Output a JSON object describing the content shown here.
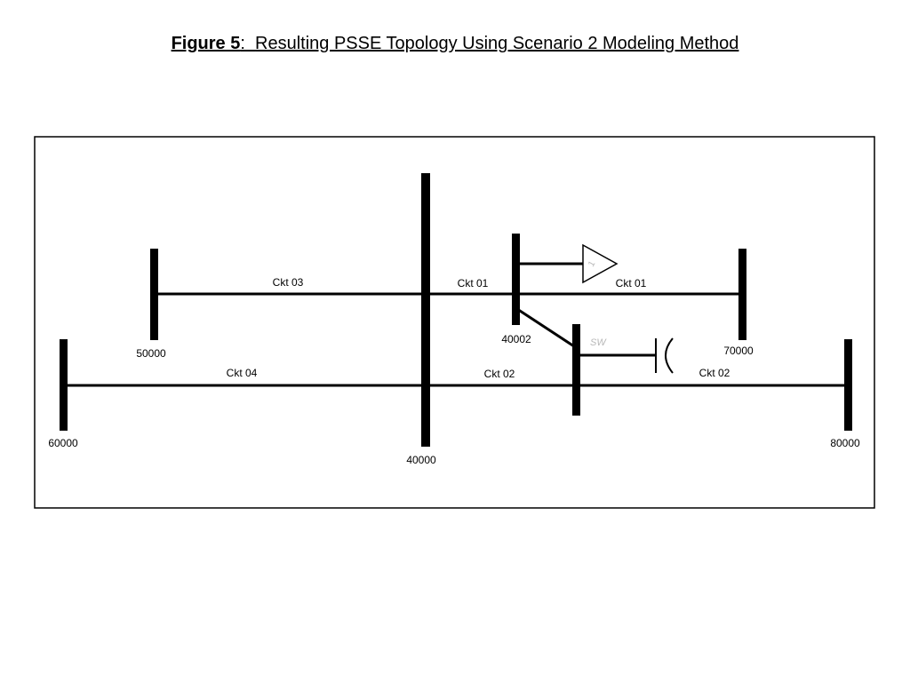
{
  "figure": {
    "label": "Figure 5",
    "separator": ":  ",
    "caption": "Resulting PSSE Topology Using Scenario 2 Modeling Method"
  },
  "buses": [
    {
      "id": "50000",
      "label": "50000"
    },
    {
      "id": "60000",
      "label": "60000"
    },
    {
      "id": "40000",
      "label": "40000"
    },
    {
      "id": "40002",
      "label": "40002"
    },
    {
      "id": "70000",
      "label": "70000"
    },
    {
      "id": "80000",
      "label": "80000"
    }
  ],
  "branches": [
    {
      "from": "50000",
      "to": "40000",
      "label": "Ckt 03"
    },
    {
      "from": "40000",
      "to": "40002",
      "label": "Ckt 01"
    },
    {
      "from": "40002",
      "to": "70000",
      "label": "Ckt 01"
    },
    {
      "from": "60000",
      "to": "40000",
      "label": "Ckt 04"
    },
    {
      "from": "40000",
      "to": "sw",
      "label": "Ckt 02"
    },
    {
      "from": "sw",
      "to": "80000",
      "label": "Ckt 02"
    }
  ],
  "switch": {
    "label": "SW"
  },
  "generator": {
    "label": "1"
  },
  "colors": {
    "line": "#000000",
    "faint": "#b8b8b8"
  }
}
